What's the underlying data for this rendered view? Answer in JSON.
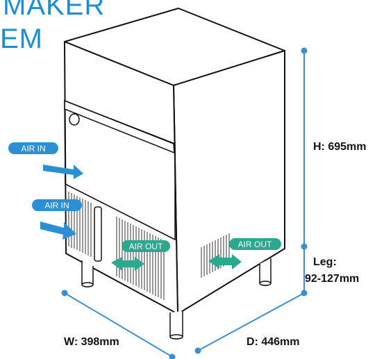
{
  "title": {
    "line1": "MAKER",
    "line2": "EM"
  },
  "dimensions": {
    "height": "H: 695mm",
    "leg_line1": "Leg:",
    "leg_line2": "92-127mm",
    "width": "W: 398mm",
    "depth": "D: 446mm"
  },
  "airflow": {
    "air_in_top": "AIR IN",
    "air_in_bottom": "AIR IN",
    "air_out_front": "AIR OUT",
    "air_out_side": "AIR OUT"
  },
  "colors": {
    "accent": "#1a8ed8",
    "arrow_in": "#2b8fd6",
    "arrow_out": "#2aa98e",
    "outline": "#111111",
    "dim_line": "#3a8fd1"
  }
}
